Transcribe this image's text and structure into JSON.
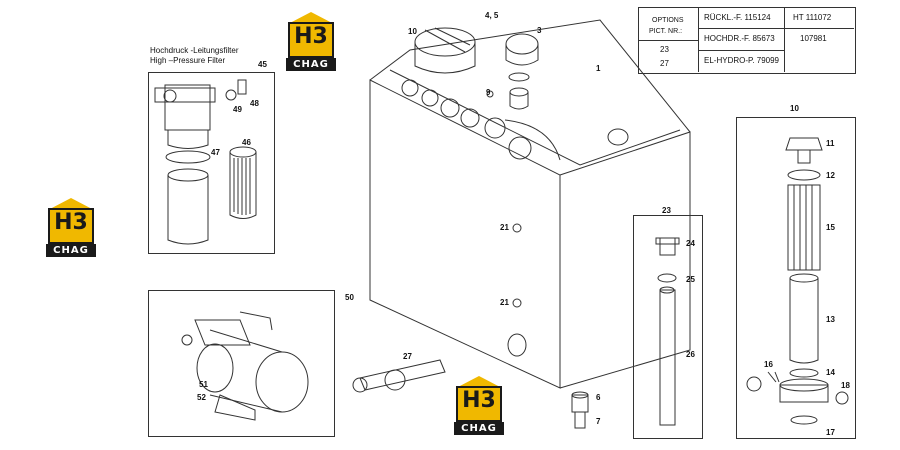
{
  "logo": {
    "line1": "H3",
    "line2": "CHAG"
  },
  "filter_box": {
    "title_de": "Hochdruck -Leitungsfilter",
    "title_en": "High –Pressure Filter",
    "ref": "45"
  },
  "options_table": {
    "options_label": "OPTIONS",
    "pict_label": "PICT. NR.:",
    "pict_1": "23",
    "pict_2": "27",
    "rueckl": "RÜCKL.-F. 115124",
    "hochdr": "HOCHDR.-F. 85673",
    "el_hydro": "EL-HYDRO-P. 79099",
    "ht": "HT 111072",
    "ht_val": "107981"
  },
  "callouts": {
    "c1": "1",
    "c3": "3",
    "c45": "4, 5",
    "c6": "6",
    "c7": "7",
    "c9": "9",
    "c10": "10",
    "c10b": "10",
    "c11": "11",
    "c12": "12",
    "c13": "13",
    "c14": "14",
    "c15": "15",
    "c16": "16",
    "c17": "17",
    "c18": "18",
    "c21a": "21",
    "c21b": "21",
    "c23": "23",
    "c24": "24",
    "c25": "25",
    "c26": "26",
    "c27": "27",
    "c46": "46",
    "c47": "47",
    "c48": "48",
    "c49": "49",
    "c50": "50",
    "c51": "51",
    "c52": "52"
  }
}
